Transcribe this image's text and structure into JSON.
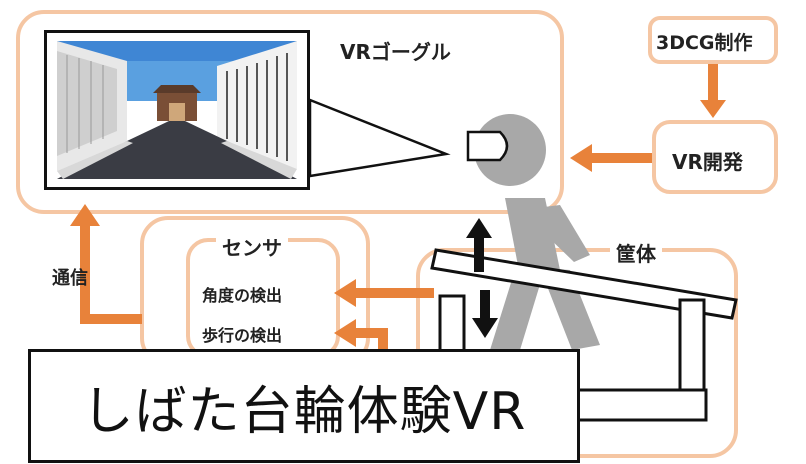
{
  "vr_goggle": {
    "label": "VRゴーグル"
  },
  "cg": {
    "label": "3DCG制作"
  },
  "vr_dev": {
    "label": "VR開発"
  },
  "sensor": {
    "label": "センサ",
    "items": [
      "角度の検出",
      "歩行の検出"
    ]
  },
  "comm": {
    "label": "通信"
  },
  "housing": {
    "label": "筐体"
  },
  "overlay": {
    "title": "しばた台輪体験VR"
  },
  "colors": {
    "box_border": "#f5c6a3",
    "arrow": "#e8823a",
    "figure": "#a8a8a8",
    "dark": "#111111"
  },
  "icons": {
    "arrow_up": "black-up-arrow-icon",
    "arrow_down": "black-down-arrow-icon"
  }
}
